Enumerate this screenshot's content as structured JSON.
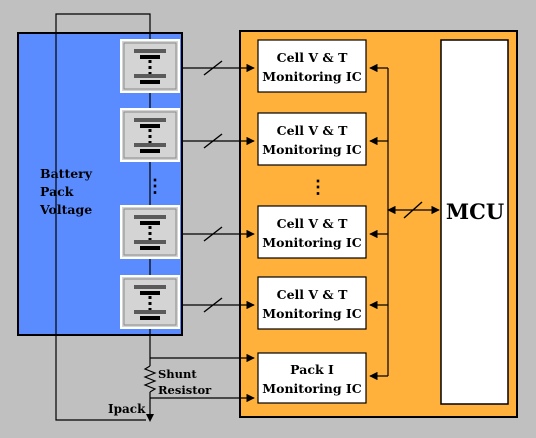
{
  "colors": {
    "background": "#c0c0c0",
    "battery_pack": "#5b8cff",
    "controller_board": "#ffb13b",
    "cell_box": "#d4d4d4",
    "chip_box": "#ffffff",
    "line": "#000000"
  },
  "battery_pack": {
    "label_line1": "Battery",
    "label_line2": "Pack",
    "label_line3": "Voltage",
    "ellipsis": "⋮"
  },
  "monitors": [
    {
      "line1": "Cell V & T",
      "line2": "Monitoring IC"
    },
    {
      "line1": "Cell V & T",
      "line2": "Monitoring IC"
    },
    {
      "line1": "Cell V & T",
      "line2": "Monitoring IC"
    },
    {
      "line1": "Cell V & T",
      "line2": "Monitoring IC"
    }
  ],
  "monitor_ellipsis": "⋮",
  "pack_monitor": {
    "line1": "Pack I",
    "line2": "Monitoring IC"
  },
  "mcu": {
    "label": "MCU"
  },
  "shunt": {
    "line1": "Shunt",
    "line2": "Resistor"
  },
  "current_label": "Ipack",
  "cell_icon": "battery-cell-icon"
}
